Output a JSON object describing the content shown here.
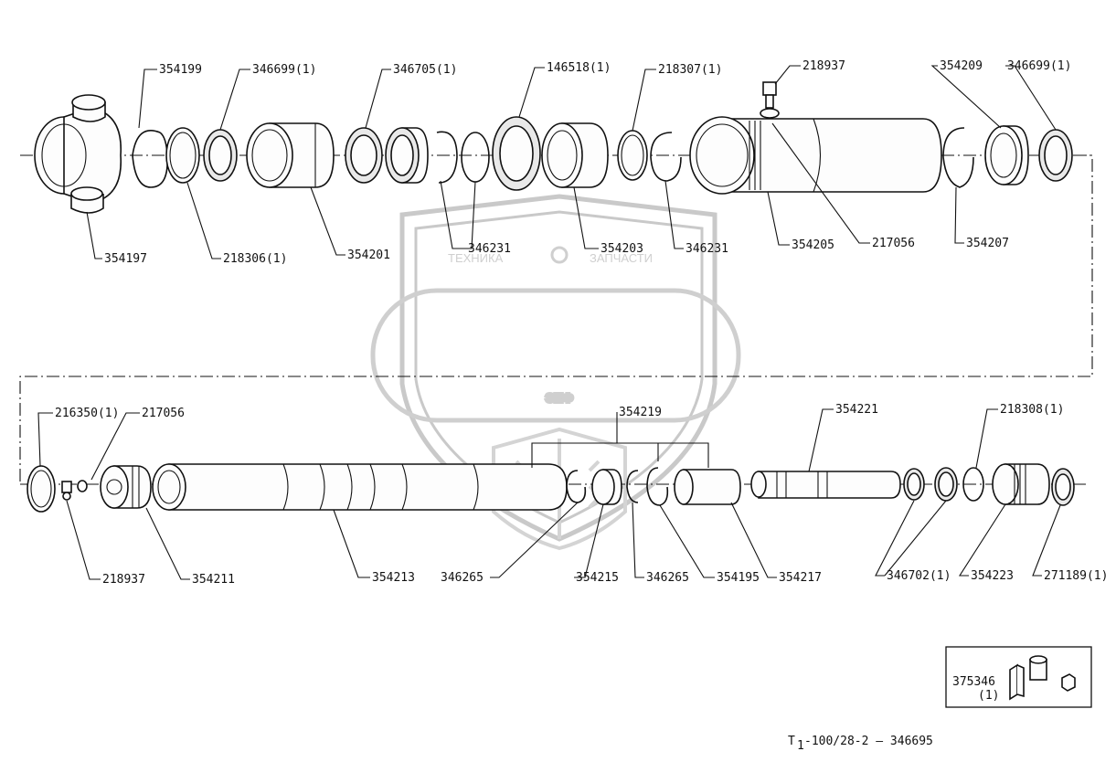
{
  "watermark": {
    "line1_left": "ТЕХНИКА",
    "line1_right": "ЗАПЧАСТИ",
    "big": "ЭПФ"
  },
  "labels": {
    "p354199": "354199",
    "p346699_top": "346699(1)",
    "p346705": "346705(1)",
    "p146518": "146518(1)",
    "p218307": "218307(1)",
    "p218937_top": "218937",
    "p354209": "354209",
    "p346699_right": "346699(1)",
    "p354197": "354197",
    "p218306": "218306(1)",
    "p354201": "354201",
    "p346231_a": "346231",
    "p354203": "354203",
    "p346231_b": "346231",
    "p354205": "354205",
    "p217056_top": "217056",
    "p354207": "354207",
    "p216350": "216350(1)",
    "p217056_bot": "217056",
    "p354219": "354219",
    "p354221": "354221",
    "p218308": "218308(1)",
    "p218937_bot": "218937",
    "p354211": "354211",
    "p354213": "354213",
    "p346265_a": "346265",
    "p354215": "354215",
    "p346265_b": "346265",
    "p354195": "354195",
    "p354217": "354217",
    "p346702": "346702(1)",
    "p354223": "354223",
    "p271189": "271189(1)"
  },
  "kit_box": {
    "code": "375346",
    "qty": "(1)"
  },
  "footer": {
    "doc_prefix": "T",
    "doc_sub": "1",
    "doc_rest": "-100/28-2  —  346695"
  }
}
